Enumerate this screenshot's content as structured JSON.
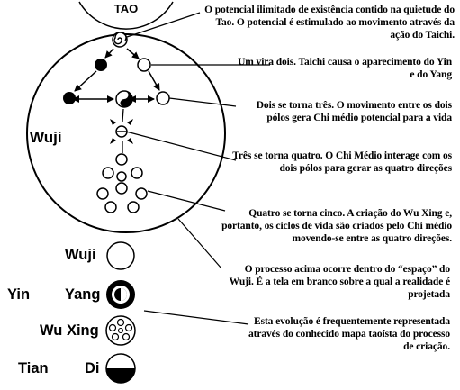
{
  "top_label": "TAO",
  "wuji_label": "Wuji",
  "notes": [
    "O potencial ilimitado de existência contido na quietude do Tao. O potencial é estimulado ao movimento através da ação do Taichi.",
    "Um vira dois. Taichi causa o aparecimento do Yin e do Yang",
    "Dois se torna três. O movimento entre os dois pólos gera Chi médio potencial para a vida",
    "Três se torna quatro. O Chi Médio interage com os dois pólos para gerar as quatro direções",
    "Quatro se torna cinco. A criação do Wu Xing e, portanto, os ciclos de vida são criados pelo Chi médio movendo-se entre as quatro direções.",
    "O processo acima ocorre dentro do “espaço” do Wuji. É a tela em branco sobre a qual a realidade é projetada",
    "Esta evolução é frequentemente representada através do conhecido mapa taoísta do processo de criação."
  ],
  "legend": {
    "wuji": "Wuji",
    "yin": "Yin",
    "yang": "Yang",
    "wuxing": "Wu Xing",
    "tian": "Tian",
    "di": "Di"
  }
}
